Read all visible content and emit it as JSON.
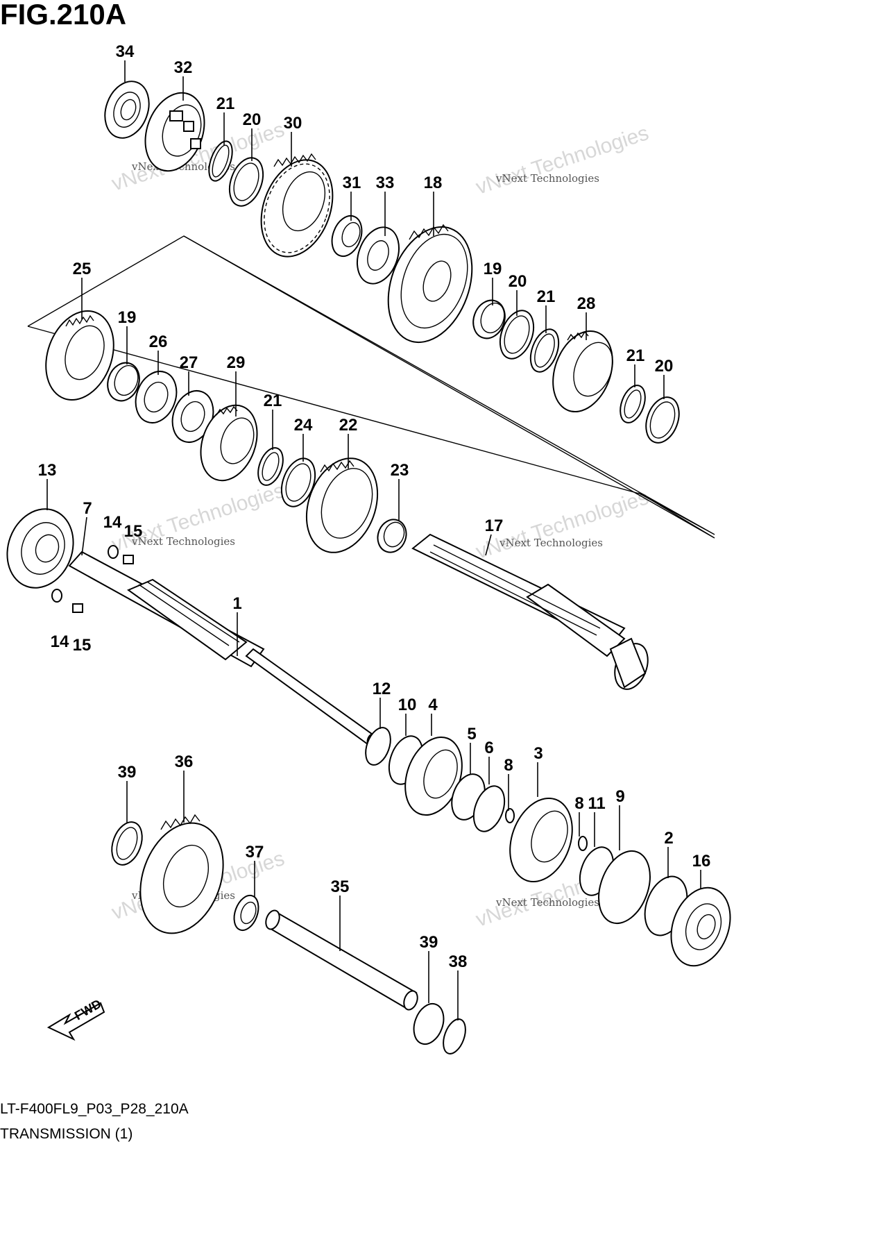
{
  "figure": {
    "title": "FIG.210A",
    "code": "LT-F400FL9_P03_P28_210A",
    "name": "TRANSMISSION (1)"
  },
  "watermark": {
    "line1": "vNext Technologies",
    "line2": "vNext Technologies"
  },
  "fwd_label": "FWD",
  "callouts": [
    "34",
    "32",
    "21",
    "20",
    "30",
    "31",
    "33",
    "18",
    "19",
    "20",
    "21",
    "28",
    "21",
    "20",
    "25",
    "19",
    "26",
    "27",
    "29",
    "21",
    "24",
    "22",
    "23",
    "13",
    "7",
    "14",
    "15",
    "14",
    "15",
    "1",
    "17",
    "12",
    "10",
    "4",
    "5",
    "6",
    "8",
    "3",
    "8",
    "11",
    "9",
    "2",
    "16",
    "39",
    "36",
    "37",
    "35",
    "39",
    "38"
  ]
}
